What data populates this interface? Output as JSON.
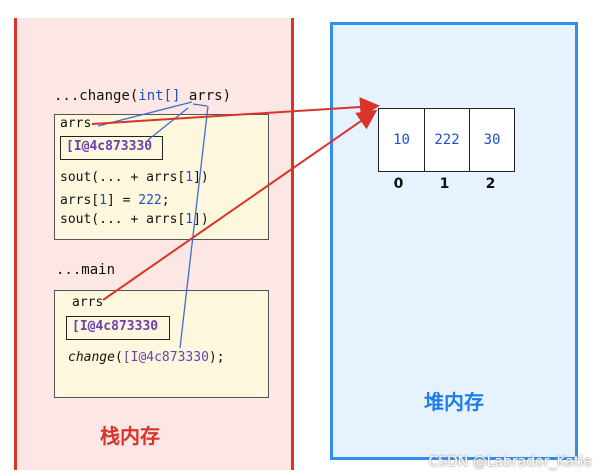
{
  "stack": {
    "title": "栈内存",
    "change_signature": {
      "prefix": "...change(",
      "type": "int[]",
      "param": " arrs)"
    },
    "change_frame": {
      "var": "arrs",
      "ref": "[I@4c873330",
      "line1": {
        "text": "sout(... + arrs[",
        "idx": "1",
        "end": "])"
      },
      "line2": {
        "text": "arrs[",
        "idx": "1",
        "mid": "] = ",
        "val": "222",
        "end": ";"
      },
      "line3": {
        "text": "sout(... + arrs[",
        "idx": "1",
        "end": "])"
      }
    },
    "main_label": "...main",
    "main_frame": {
      "var": "arrs",
      "ref": "[I@4c873330",
      "call": {
        "fn": "change",
        "open": "(",
        "arg": "[I@4c873330",
        "close": ");"
      }
    }
  },
  "heap": {
    "title": "堆内存",
    "array": {
      "values": [
        "10",
        "222",
        "30"
      ],
      "indices": [
        "0",
        "1",
        "2"
      ]
    }
  },
  "watermark": "CSDN @Labrador_Katie",
  "colors": {
    "stack_border": "#d9342b",
    "heap_border": "#2f8ff0",
    "pointer": "#d9342b",
    "blue_line": "#3b6fd0"
  }
}
